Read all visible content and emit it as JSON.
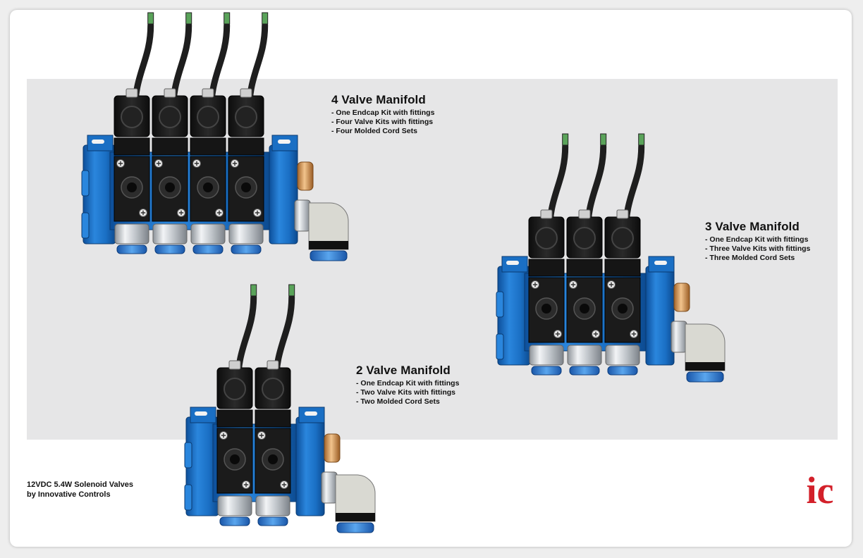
{
  "manifolds": [
    {
      "id": "four",
      "title": "4 Valve Manifold",
      "valve_count": 4,
      "items": [
        "One Endcap Kit with fittings",
        "Four Valve Kits with fittings",
        "Four Molded Cord Sets"
      ]
    },
    {
      "id": "three",
      "title": "3 Valve Manifold",
      "valve_count": 3,
      "items": [
        "One Endcap Kit with fittings",
        "Three Valve Kits with fittings",
        "Three Molded Cord Sets"
      ]
    },
    {
      "id": "two",
      "title": "2 Valve Manifold",
      "valve_count": 2,
      "items": [
        "One Endcap Kit with fittings",
        "Two Valve Kits with fittings",
        "Two Molded Cord Sets"
      ]
    }
  ],
  "caption": {
    "line1": "12VDC 5.4W Solenoid Valves",
    "line2": "by Innovative Controls"
  },
  "logo": {
    "text": "ic",
    "color": "#d3202a"
  },
  "colors": {
    "manifold_blue": "#1a6fc4",
    "valve_black": "#1b1b1b",
    "fitting_silver": "#c8ccd0",
    "fitting_blue": "#2b7fd9",
    "brass": "#d49a5c",
    "band_gray": "#e6e6e7"
  }
}
